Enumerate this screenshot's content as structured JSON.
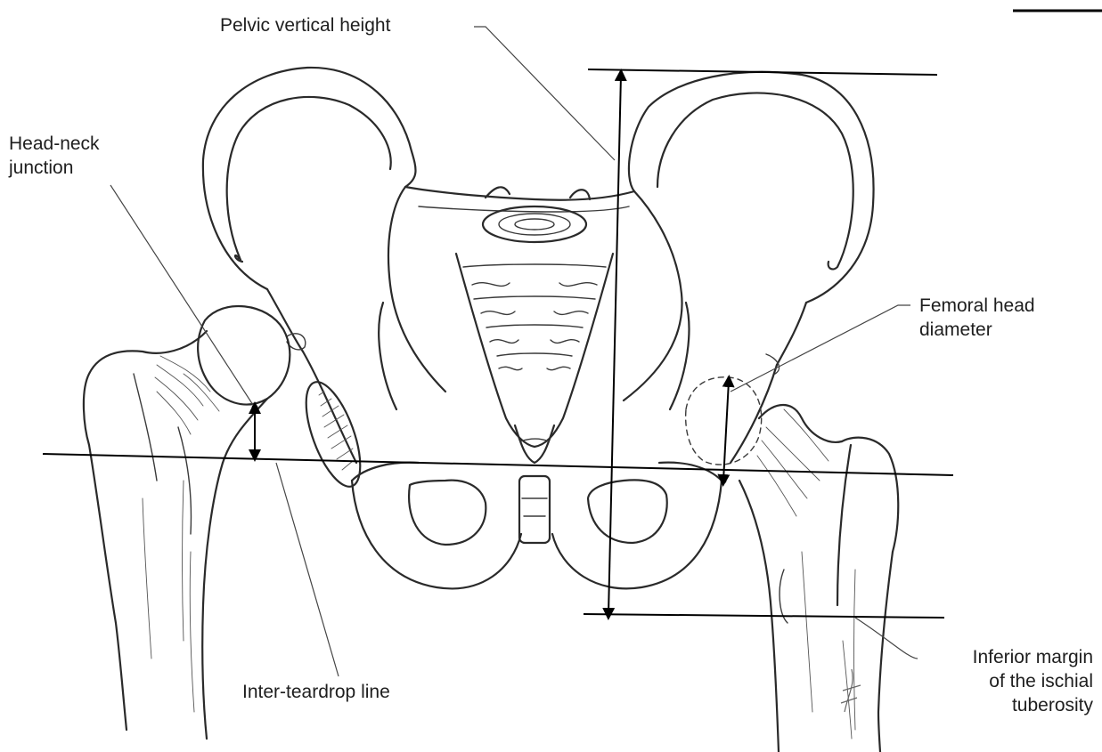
{
  "labels": {
    "pelvic_vertical_height": "Pelvic vertical height",
    "head_neck_junction_line1": "Head-neck",
    "head_neck_junction_line2": "junction",
    "femoral_head_diameter_line1": "Femoral head",
    "femoral_head_diameter_line2": "diameter",
    "inter_teardrop_line": "Inter-teardrop line",
    "inferior_margin_line1": "Inferior margin",
    "inferior_margin_line2": "of the ischial",
    "inferior_margin_line3": "tuberosity"
  }
}
